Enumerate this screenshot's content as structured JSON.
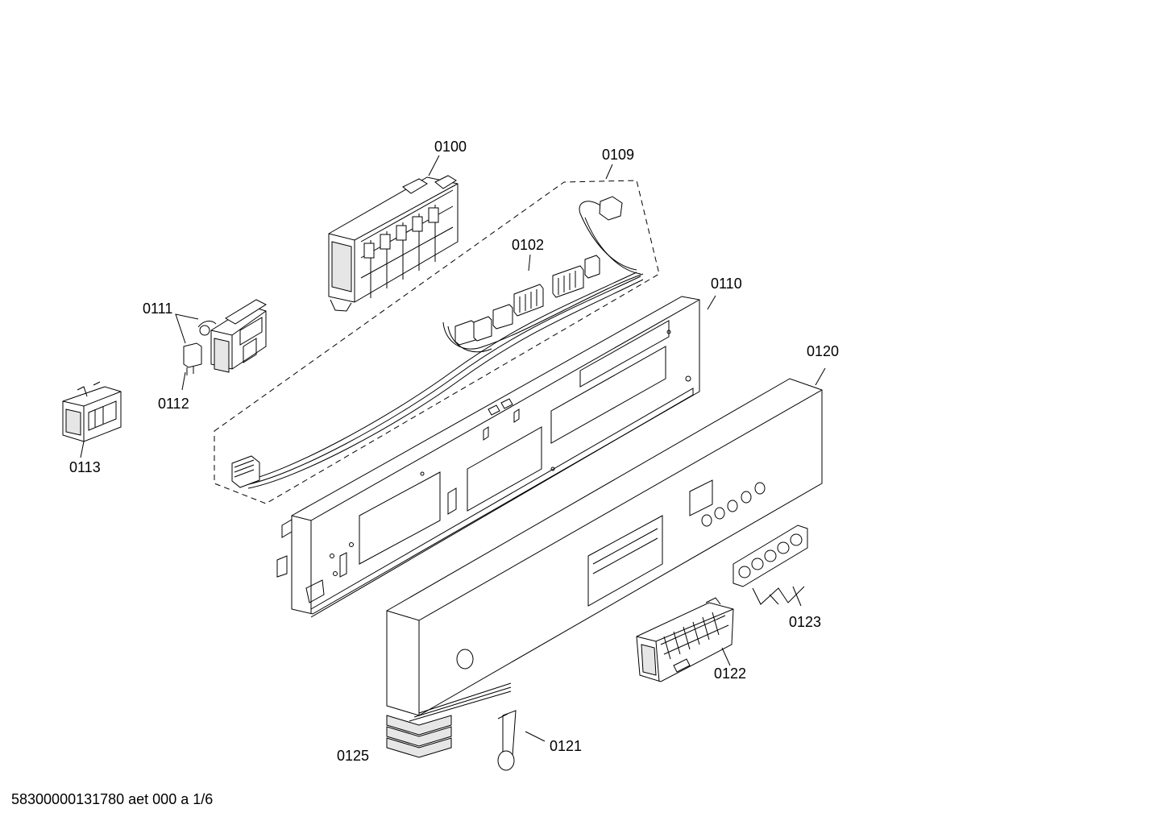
{
  "parts": {
    "p0100": "0100",
    "p0102": "0102",
    "p0109": "0109",
    "p0110": "0110",
    "p0111": "0111",
    "p0112": "0112",
    "p0113": "0113",
    "p0120": "0120",
    "p0121": "0121",
    "p0122": "0122",
    "p0123": "0123",
    "p0125": "0125"
  },
  "footer": {
    "document_code": "58300000131780 aet 000 a 1/6"
  }
}
